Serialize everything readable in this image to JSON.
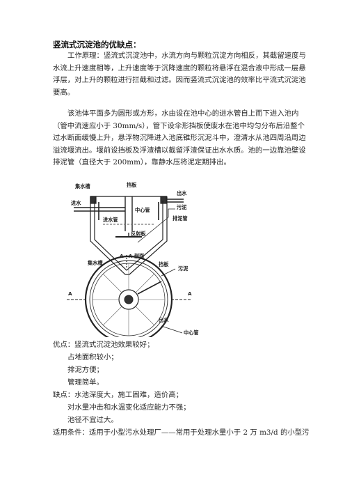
{
  "title": "竖流式沉淀池的优缺点：",
  "para1_lines": [
    "工作原理：竖流式沉淀池中，水流方向与颗粒沉淀方向相反，其截留速度与",
    "水流上升速度相等，上升速度等于沉降速度的颗粒将悬浮在混合液中形成一层悬",
    "浮层，对上升的颗粒进行拦截和过滤。因而竖流式沉淀池的效率比平流式沉淀池",
    "要高。"
  ],
  "para2_lines": [
    "该池体平面多为圆形或方形，水由设在池中心的进水管自上而下进入池内",
    "（管中流速应小于 30mm/s），管下设伞形挡板使废水在池中均匀分布后沿整个",
    "过水断面缓慢上升，悬浮物沉降进入池底锥形沉泥斗中，澄清水从池四周沿周边",
    "溢流堰流出。堰前设挡板及浮渣槽以截留浮渣保证出水水质。池的一边靠池壁设",
    "排泥管（直径大于 200mm），靠静水压将泥定期排出。"
  ],
  "figure": {
    "labels": {
      "collect_trough": "集水槽",
      "baffle": "挡板",
      "outflow": "出水",
      "inflow": "进水",
      "center_pipe": "中心管",
      "sludge": "污泥",
      "inlet_pipe": "进水管",
      "discharge_pipe": "排泥管",
      "reflector": "反射板",
      "section": "A—A 剖面",
      "collect_trough_2": "集水槽",
      "baffle_2": "挡板",
      "sludge_2": "污泥",
      "a_left": "A",
      "a_right": "A",
      "outflow_2": "出水",
      "center_pipe_2": "中心管"
    }
  },
  "advantages": {
    "heading": "优点：竖流式沉淀池效果较好；",
    "items": [
      "占地面积较小；",
      "排泥方便；",
      "管理简单。"
    ]
  },
  "disadvantages": {
    "heading": "缺点：水池深度大，施工困难，造价高；",
    "items": [
      "对水量冲击和水温变化适应能力不强；",
      "池径不宜过大。"
    ]
  },
  "conditions": "适用条件：适用于小型污水处理厂——常用于处理水量小于 2 万 m3/d 的小型污"
}
